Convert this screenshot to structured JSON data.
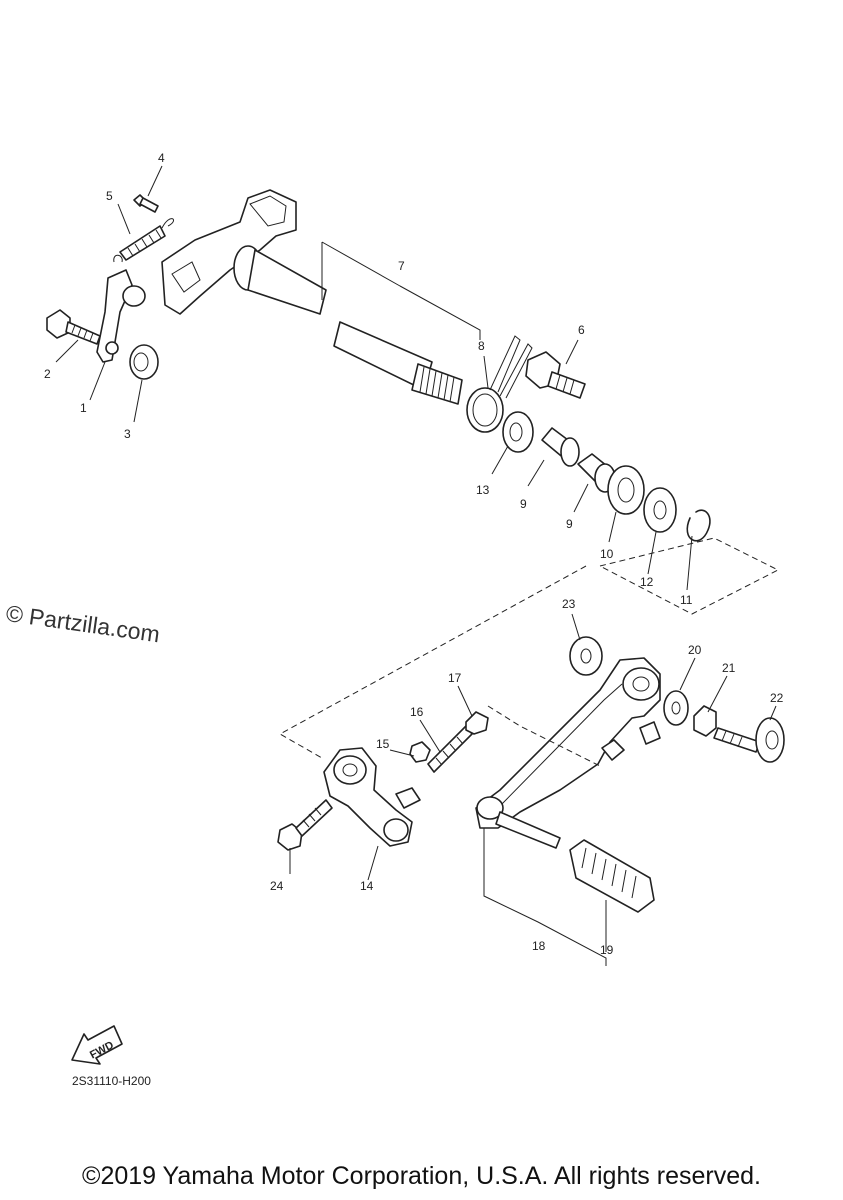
{
  "diagram": {
    "callouts": [
      {
        "id": "c1",
        "label": "1"
      },
      {
        "id": "c2",
        "label": "2"
      },
      {
        "id": "c3",
        "label": "3"
      },
      {
        "id": "c4",
        "label": "4"
      },
      {
        "id": "c5",
        "label": "5"
      },
      {
        "id": "c6",
        "label": "6"
      },
      {
        "id": "c7",
        "label": "7"
      },
      {
        "id": "c8",
        "label": "8"
      },
      {
        "id": "c9a",
        "label": "9"
      },
      {
        "id": "c9b",
        "label": "9"
      },
      {
        "id": "c10",
        "label": "10"
      },
      {
        "id": "c11",
        "label": "11"
      },
      {
        "id": "c12",
        "label": "12"
      },
      {
        "id": "c13",
        "label": "13"
      },
      {
        "id": "c14",
        "label": "14"
      },
      {
        "id": "c15",
        "label": "15"
      },
      {
        "id": "c16",
        "label": "16"
      },
      {
        "id": "c17",
        "label": "17"
      },
      {
        "id": "c18",
        "label": "18"
      },
      {
        "id": "c19",
        "label": "19"
      },
      {
        "id": "c20",
        "label": "20"
      },
      {
        "id": "c21",
        "label": "21"
      },
      {
        "id": "c22",
        "label": "22"
      },
      {
        "id": "c23",
        "label": "23"
      },
      {
        "id": "c24",
        "label": "24"
      }
    ],
    "fwd_label": "FWD",
    "diagram_code": "2S31110-H200",
    "watermark": "© Partzilla.com",
    "copyright": "©2019 Yamaha Motor Corporation, U.S.A. All rights reserved."
  }
}
